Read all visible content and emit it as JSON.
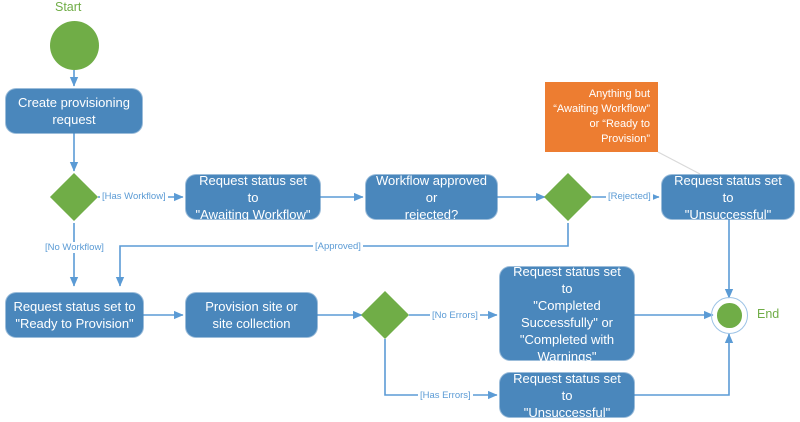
{
  "diagram": {
    "type": "activity-flowchart",
    "title": "Provisioning request activity diagram",
    "colors": {
      "process_fill": "#4A87BC",
      "terminal_fill": "#70AD47",
      "decision_fill": "#70AD47",
      "callout_fill": "#ED7D31",
      "edge_stroke": "#5B9BD5",
      "edge_label_text": "#5B9BD5",
      "terminal_label_text": "#70AD47",
      "process_text": "#FFFFFF",
      "background": "#FFFFFF"
    },
    "terminals": {
      "start_label": "Start",
      "end_label": "End"
    },
    "nodes": [
      {
        "id": "start",
        "kind": "start-terminal",
        "text": "Start"
      },
      {
        "id": "create",
        "kind": "process",
        "text": "Create provisioning request"
      },
      {
        "id": "d_workflow",
        "kind": "decision",
        "text": ""
      },
      {
        "id": "awaiting",
        "kind": "process",
        "text": "Request status set to \"Awaiting Workflow\""
      },
      {
        "id": "approve_q",
        "kind": "process",
        "text": "Workflow approved or rejected?"
      },
      {
        "id": "d_approval",
        "kind": "decision",
        "text": ""
      },
      {
        "id": "unsucc_top",
        "kind": "process",
        "text": "Request status set to \"Unsuccessful\""
      },
      {
        "id": "ready",
        "kind": "process",
        "text": "Request status set to \"Ready to Provision\""
      },
      {
        "id": "provision",
        "kind": "process",
        "text": "Provision site or site collection"
      },
      {
        "id": "d_errors",
        "kind": "decision",
        "text": ""
      },
      {
        "id": "completed",
        "kind": "process",
        "text": "Request status set to \"Completed Successfully\" or \"Completed with Warnings\""
      },
      {
        "id": "unsucc_bot",
        "kind": "process",
        "text": "Request status set to \"Unsuccessful\""
      },
      {
        "id": "end",
        "kind": "end-terminal",
        "text": "End"
      }
    ],
    "callout": {
      "text": "Anything but “Awaiting Workflow” or “Ready to Provision”",
      "line1": "Anything but",
      "line2": "“Awaiting Workflow”",
      "line3": "or “Ready to",
      "line4": "Provision”",
      "attached_to": "unsucc_top"
    },
    "edge_labels": {
      "has_workflow": "[Has Workflow]",
      "no_workflow": "[No Workflow]",
      "rejected": "[Rejected]",
      "approved": "[Approved]",
      "no_errors": "[No Errors]",
      "has_errors": "[Has Errors]"
    },
    "node_text": {
      "create_l1": "Create provisioning",
      "create_l2": "request",
      "awaiting_l1": "Request status set to",
      "awaiting_l2": "\"Awaiting Workflow\"",
      "approve_l1": "Workflow approved or",
      "approve_l2": "rejected?",
      "unsucc_top_l1": "Request status set to",
      "unsucc_top_l2": "\"Unsuccessful\"",
      "ready_l1": "Request status set to",
      "ready_l2": "\"Ready to Provision\"",
      "provision_l1": "Provision site or",
      "provision_l2": "site collection",
      "completed_l1": "Request status set to",
      "completed_l2": "\"Completed",
      "completed_l3": "Successfully\" or",
      "completed_l4": "\"Completed with",
      "completed_l5": "Warnings\"",
      "unsucc_bot_l1": "Request status set to",
      "unsucc_bot_l2": "\"Unsuccessful\""
    }
  }
}
